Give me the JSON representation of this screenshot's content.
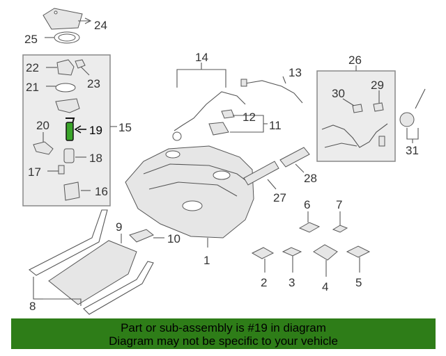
{
  "diagram": {
    "callouts": [
      "1",
      "2",
      "3",
      "4",
      "5",
      "6",
      "7",
      "8",
      "9",
      "10",
      "11",
      "12",
      "13",
      "14",
      "15",
      "16",
      "17",
      "18",
      "19",
      "20",
      "21",
      "22",
      "23",
      "24",
      "25",
      "26",
      "27",
      "28",
      "29",
      "30",
      "31"
    ],
    "highlighted_part": "19",
    "highlight_color": "#3aa52a"
  },
  "banner": {
    "line1": "Part or sub-assembly is #19 in diagram",
    "line2": "Diagram may not be specific to your vehicle",
    "background": "#2e7d18"
  }
}
